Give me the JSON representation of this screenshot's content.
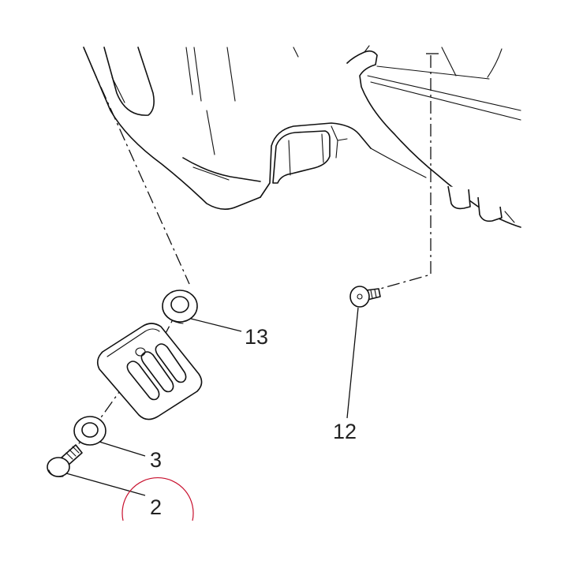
{
  "callouts": {
    "part_13": "13",
    "part_12": "12",
    "part_3": "3",
    "part_2": "2"
  },
  "colors": {
    "line": "#111111",
    "highlight": "#c8102e",
    "background": "#ffffff"
  }
}
